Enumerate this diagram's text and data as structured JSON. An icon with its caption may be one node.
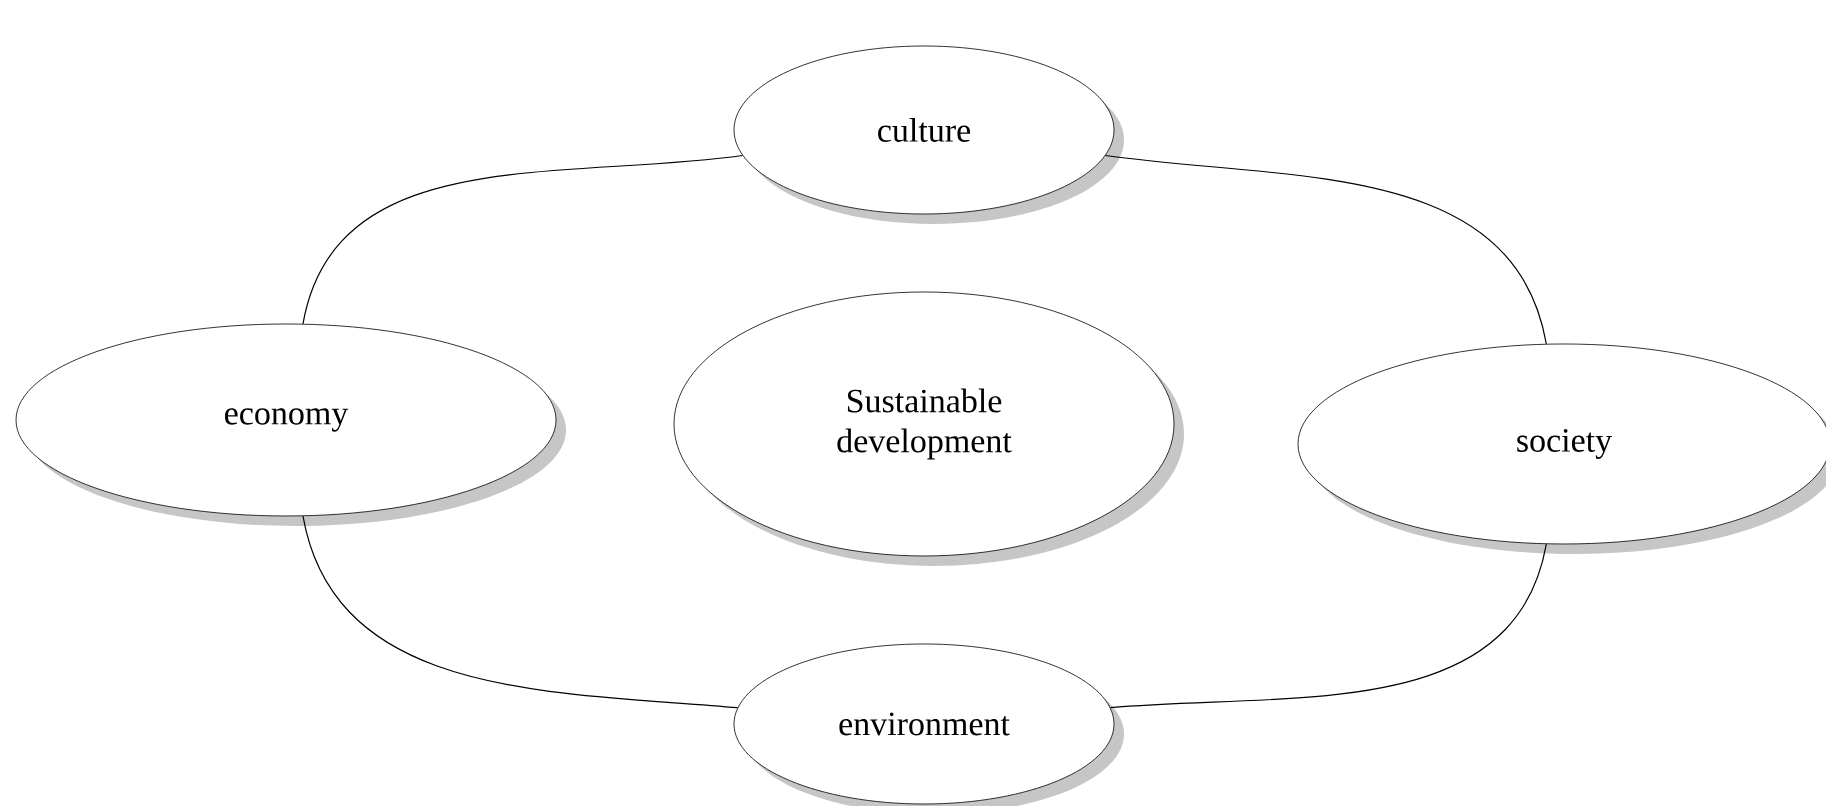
{
  "diagram": {
    "nodes": [
      {
        "text": [
          "culture"
        ]
      },
      {
        "text": [
          "economy"
        ]
      },
      {
        "text": [
          "Sustainable development"
        ]
      },
      {
        "text": [
          "society"
        ]
      },
      {
        "text": [
          "environment"
        ]
      }
    ],
    "edges": [
      {
        "from": 0,
        "to": 3,
        "arrow": "none"
      },
      {
        "from": 3,
        "to": 4,
        "arrow": "none"
      },
      {
        "from": 4,
        "to": 1,
        "arrow": "none"
      },
      {
        "from": 1,
        "to": 0,
        "arrow": "none"
      }
    ]
  }
}
